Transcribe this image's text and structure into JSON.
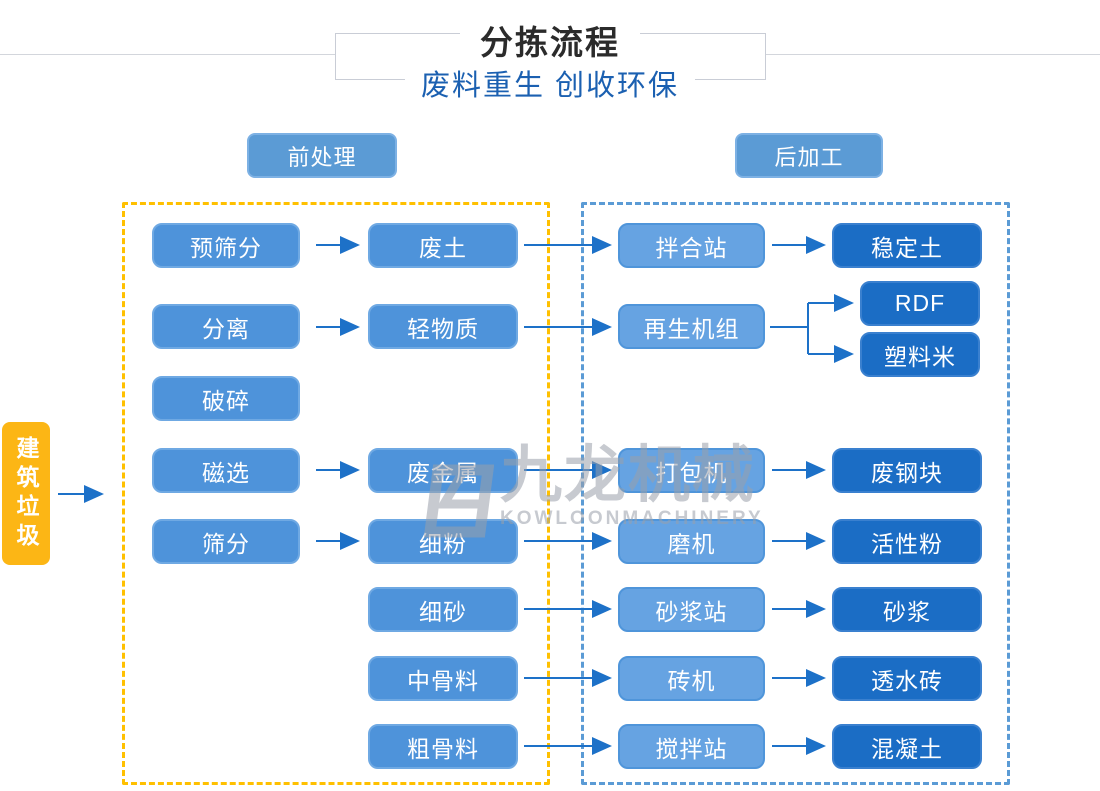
{
  "header": {
    "title": "分拣流程",
    "subtitle": "废料重生 创收环保"
  },
  "sections": {
    "pre_label": "前处理",
    "post_label": "后加工"
  },
  "source_label": "建筑垃圾",
  "left_flow": {
    "rows": [
      {
        "process": "预筛分",
        "output": "废土"
      },
      {
        "process": "分离",
        "output": "轻物质"
      },
      {
        "process": "破碎"
      },
      {
        "process": "磁选",
        "output": "废金属"
      },
      {
        "process": "筛分",
        "output": "细粉"
      },
      {
        "output": "细砂"
      },
      {
        "output": "中骨料"
      },
      {
        "output": "粗骨料"
      }
    ]
  },
  "right_flow": {
    "rows": [
      {
        "process": "拌合站",
        "product": "稳定土"
      },
      {
        "process": "再生机组",
        "products": [
          "RDF",
          "塑料米"
        ]
      },
      {
        "process": "打包机",
        "product": "废钢块"
      },
      {
        "process": "磨机",
        "product": "活性粉"
      },
      {
        "process": "砂浆站",
        "product": "砂浆"
      },
      {
        "process": "砖机",
        "product": "透水砖"
      },
      {
        "process": "搅拌站",
        "product": "混凝土"
      }
    ]
  },
  "watermark": {
    "name": "九龙机械",
    "subname": "KOWLOONMACHINERY"
  },
  "colors": {
    "panel_pre_border": "#ffc000",
    "panel_post_border": "#5b9bd5",
    "source_fill": "#fcb615",
    "node_left_fill": "#4e93da",
    "node_process_fill": "#66a3e2",
    "node_product_fill": "#1b6dc5",
    "arrow": "#1d71c8",
    "title_color": "#2b2b2b",
    "subtitle_color": "#1b60b1"
  }
}
